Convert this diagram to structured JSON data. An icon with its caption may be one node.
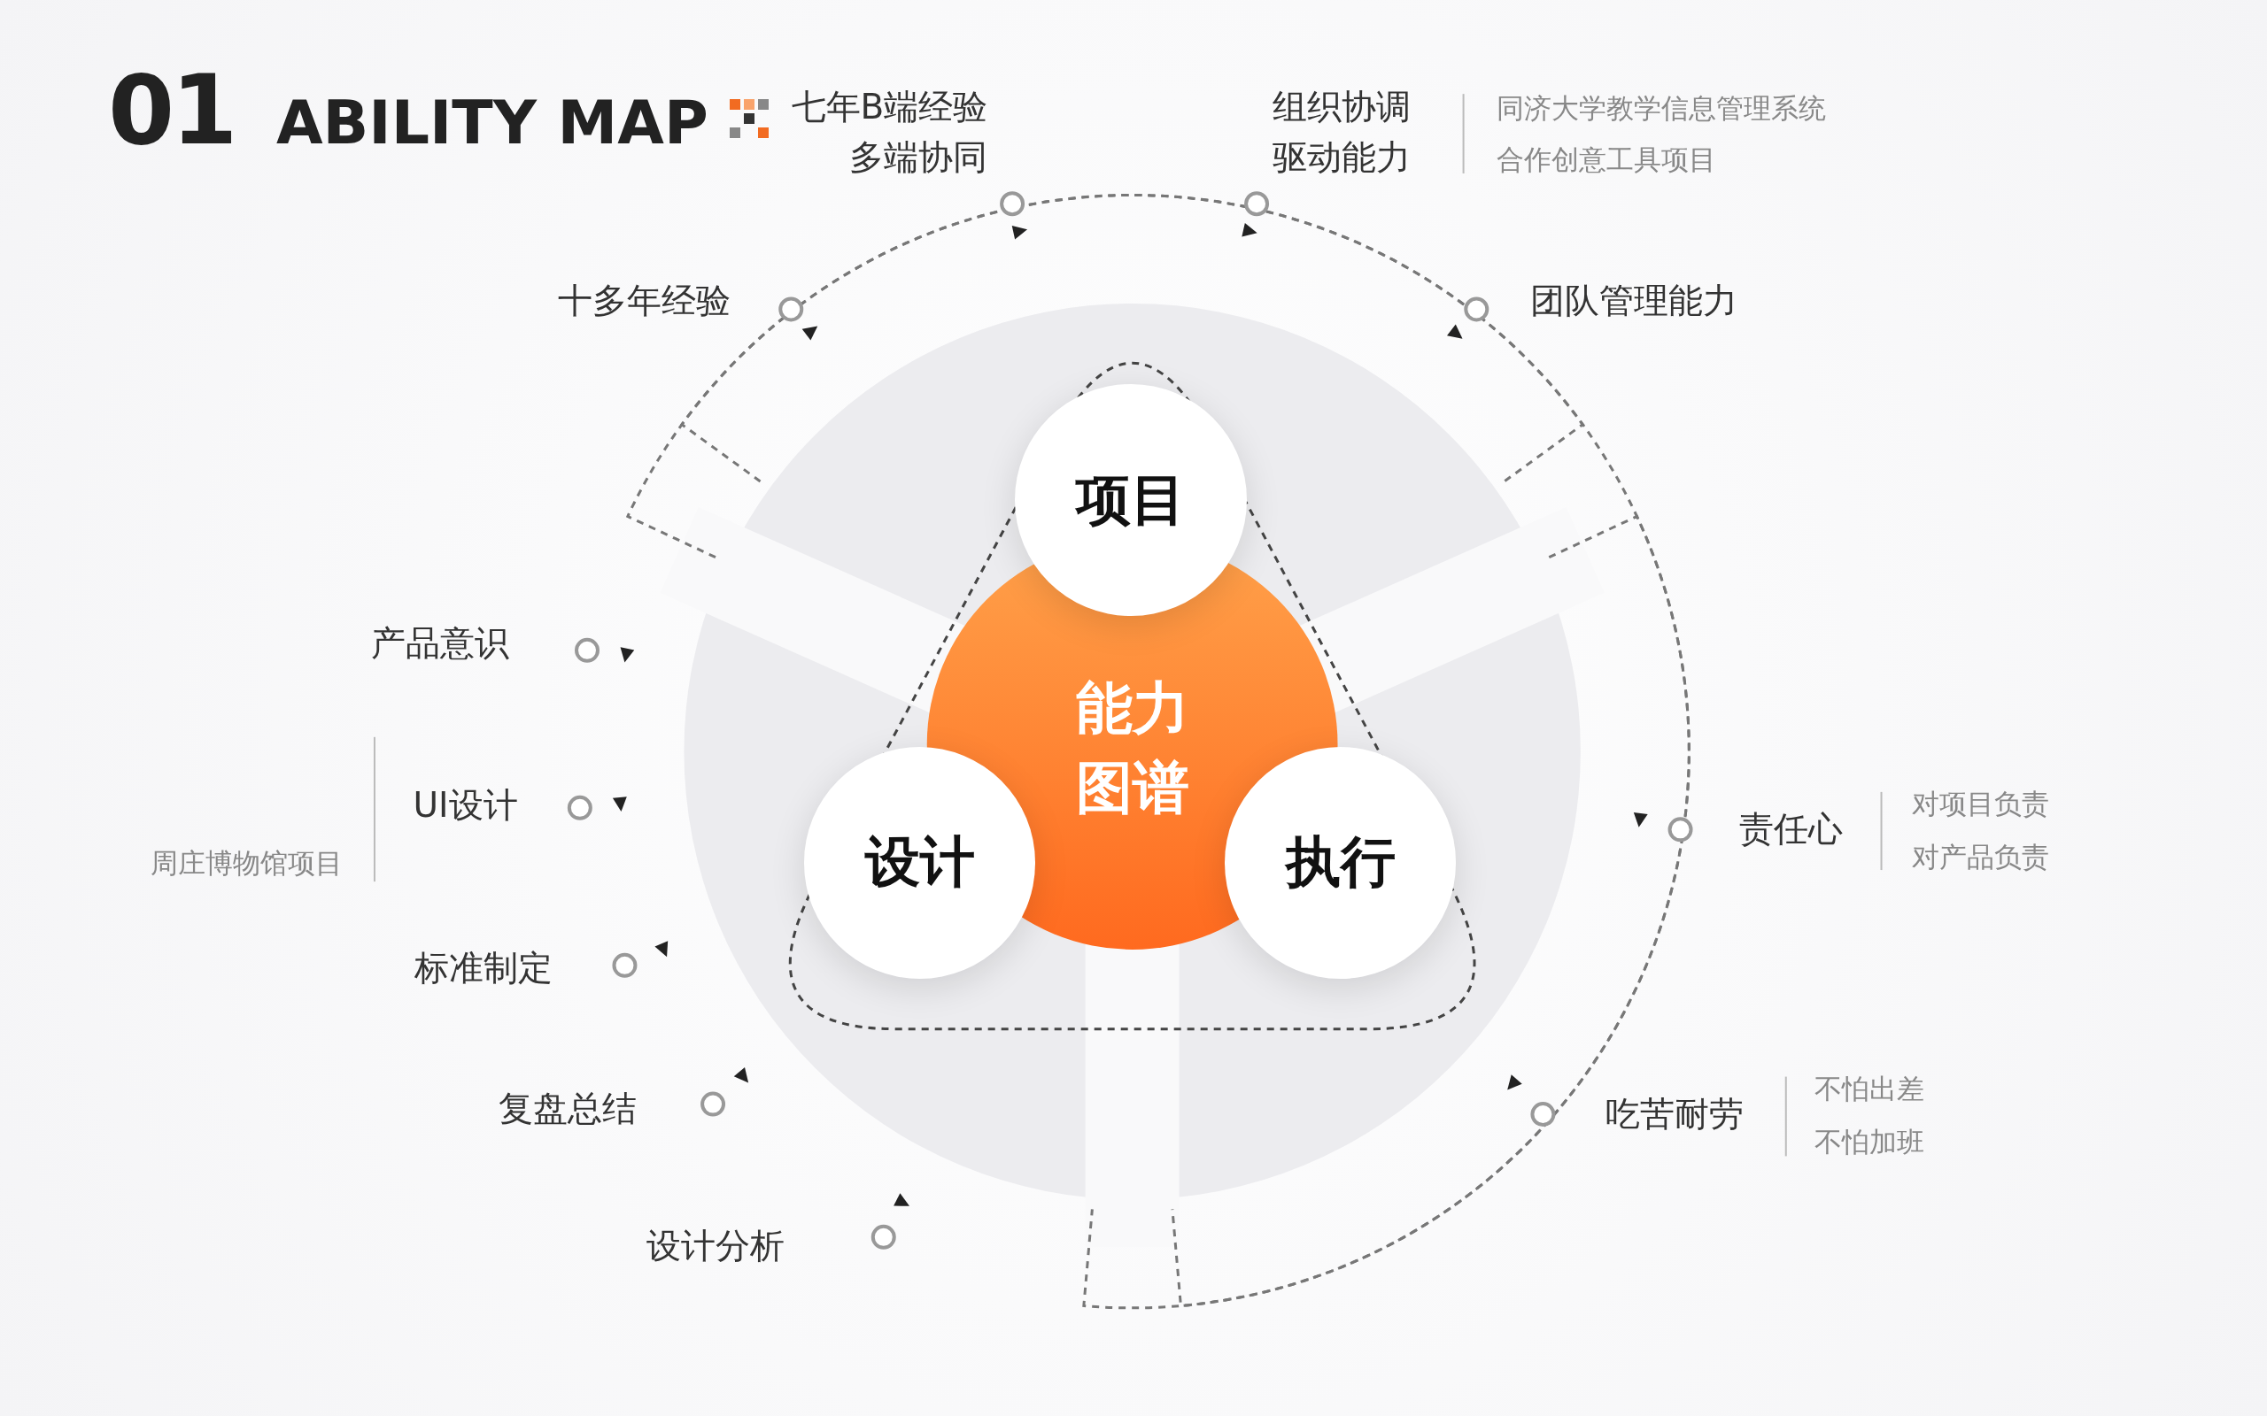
{
  "diagram": {
    "title": "01 ABILITY MAP",
    "nodes": [
      {
        "text": [
          "能力图谱"
        ]
      },
      {
        "text": [
          "项目"
        ]
      },
      {
        "text": [
          "设计"
        ]
      },
      {
        "text": [
          "执行"
        ]
      }
    ],
    "labels": [
      "十多年经验",
      "七年B端经验",
      "多端协同",
      "组织协调",
      "驱动能力",
      "同济大学教学信息管理系统",
      "合作创意工具项目",
      "团队管理能力",
      "产品意识",
      "周庄博物馆项目",
      "UI设计",
      "标准制定",
      "复盘总结",
      "设计分析",
      "责任心",
      "对项目负责",
      "对产品负责",
      "吃苦耐劳",
      "不怕出差",
      "不怕加班"
    ]
  }
}
